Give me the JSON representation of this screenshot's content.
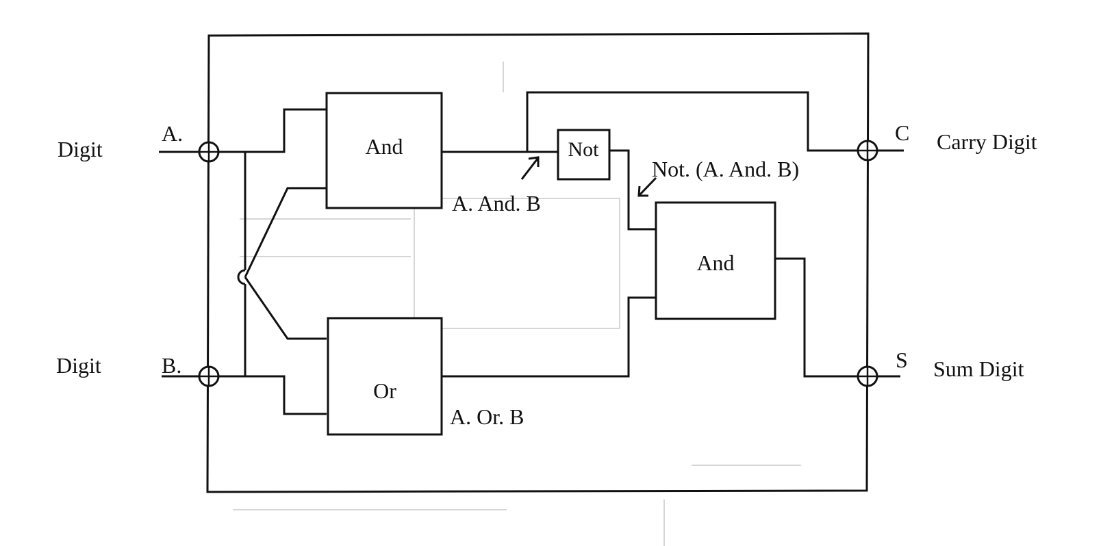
{
  "inputs": {
    "a": {
      "name": "Digit",
      "terminal": "A."
    },
    "b": {
      "name": "Digit",
      "terminal": "B."
    }
  },
  "outputs": {
    "carry": {
      "terminal": "C",
      "name": "Carry Digit"
    },
    "sum": {
      "terminal": "S",
      "name": "Sum Digit"
    }
  },
  "gates": {
    "and_top": "And",
    "or_bottom": "Or",
    "not_gate": "Not",
    "and_right": "And"
  },
  "signals": {
    "a_and_b": "A. And. B",
    "a_or_b": "A. Or. B",
    "not_a_and_b": "Not. (A. And. B)"
  }
}
